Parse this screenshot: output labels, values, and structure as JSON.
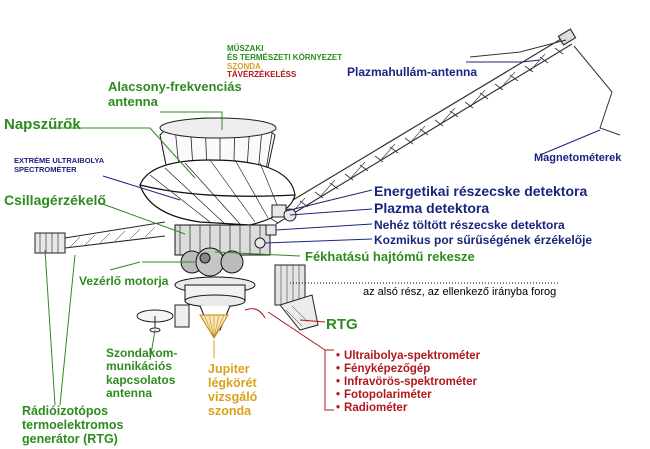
{
  "legend": {
    "line1": "MŰSZAKI",
    "line2": "ÉS TERMÉSZETI KÖRNYEZET",
    "line3": "SZONDA",
    "line4": "TÁVÉRZÉKELÉSS"
  },
  "labels": {
    "low_freq_antenna": "Alacsony-frekvenciás antenna",
    "sun_filters": "Napszűrők",
    "uv_spectrometer": "EXTRÉME ULTRAIBOLYA SPECTROMÉTER",
    "star_sensor": "Csillagérzékelő",
    "drive_motor": "Vezérlő motorja",
    "probe_comm_antenna": "Szondakom-munikációs kapcsolatos antenna",
    "rtg_full": "Rádióizotópos termoelektromos generátor (RTG)",
    "jupiter_probe": "Jupiter légkörét vizsgáló szonda",
    "rtg": "RTG",
    "plasma_wave_antenna": "Plazmahullám-antenna",
    "magnetometers": "Magnetométerek",
    "energetic_particles": "Energetikai részecske detektora",
    "plasma": "Plazma detektora",
    "heavy_ion": "Nehéz töltött részecske detektora",
    "dust": "Kozmikus por sűrűségének érzékelője",
    "retro_bay": "Fékhatású hajtómű rekesze",
    "lower_part": "az alsó rész, az ellenkező irányba forog"
  },
  "red_list": [
    "Ultraibolya-spektrométer",
    "Fényképezőgép",
    "Infravörös-spektrométer",
    "Fotopolariméter",
    "Radiométer"
  ],
  "colors": {
    "green": "#2e8b1f",
    "navy": "#1a237e",
    "gold": "#d9a21a",
    "red": "#b0181e"
  }
}
